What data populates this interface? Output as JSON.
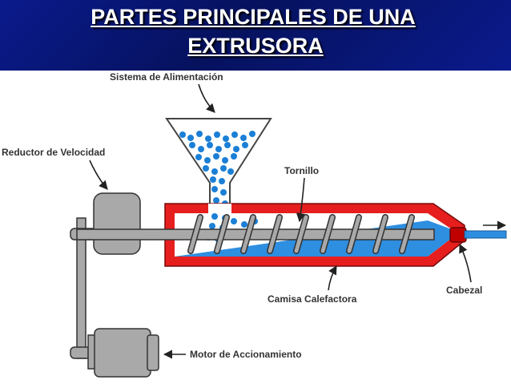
{
  "title": {
    "line1": "PARTES PRINCIPALES DE UNA",
    "line2": "EXTRUSORA"
  },
  "labels": {
    "feed_system": "Sistema de Alimentación",
    "speed_reducer": "Reductor de Velocidad",
    "screw": "Tornillo",
    "heating_jacket": "Camisa Calefactora",
    "head": "Cabezal",
    "drive_motor": "Motor de Accionamiento"
  },
  "colors": {
    "header_bg": "#0a1a8c",
    "barrel": "#e61e1e",
    "material": "#2e8ee0",
    "pellets": "#1b7fd6",
    "machinery": "#a9a9a9"
  }
}
